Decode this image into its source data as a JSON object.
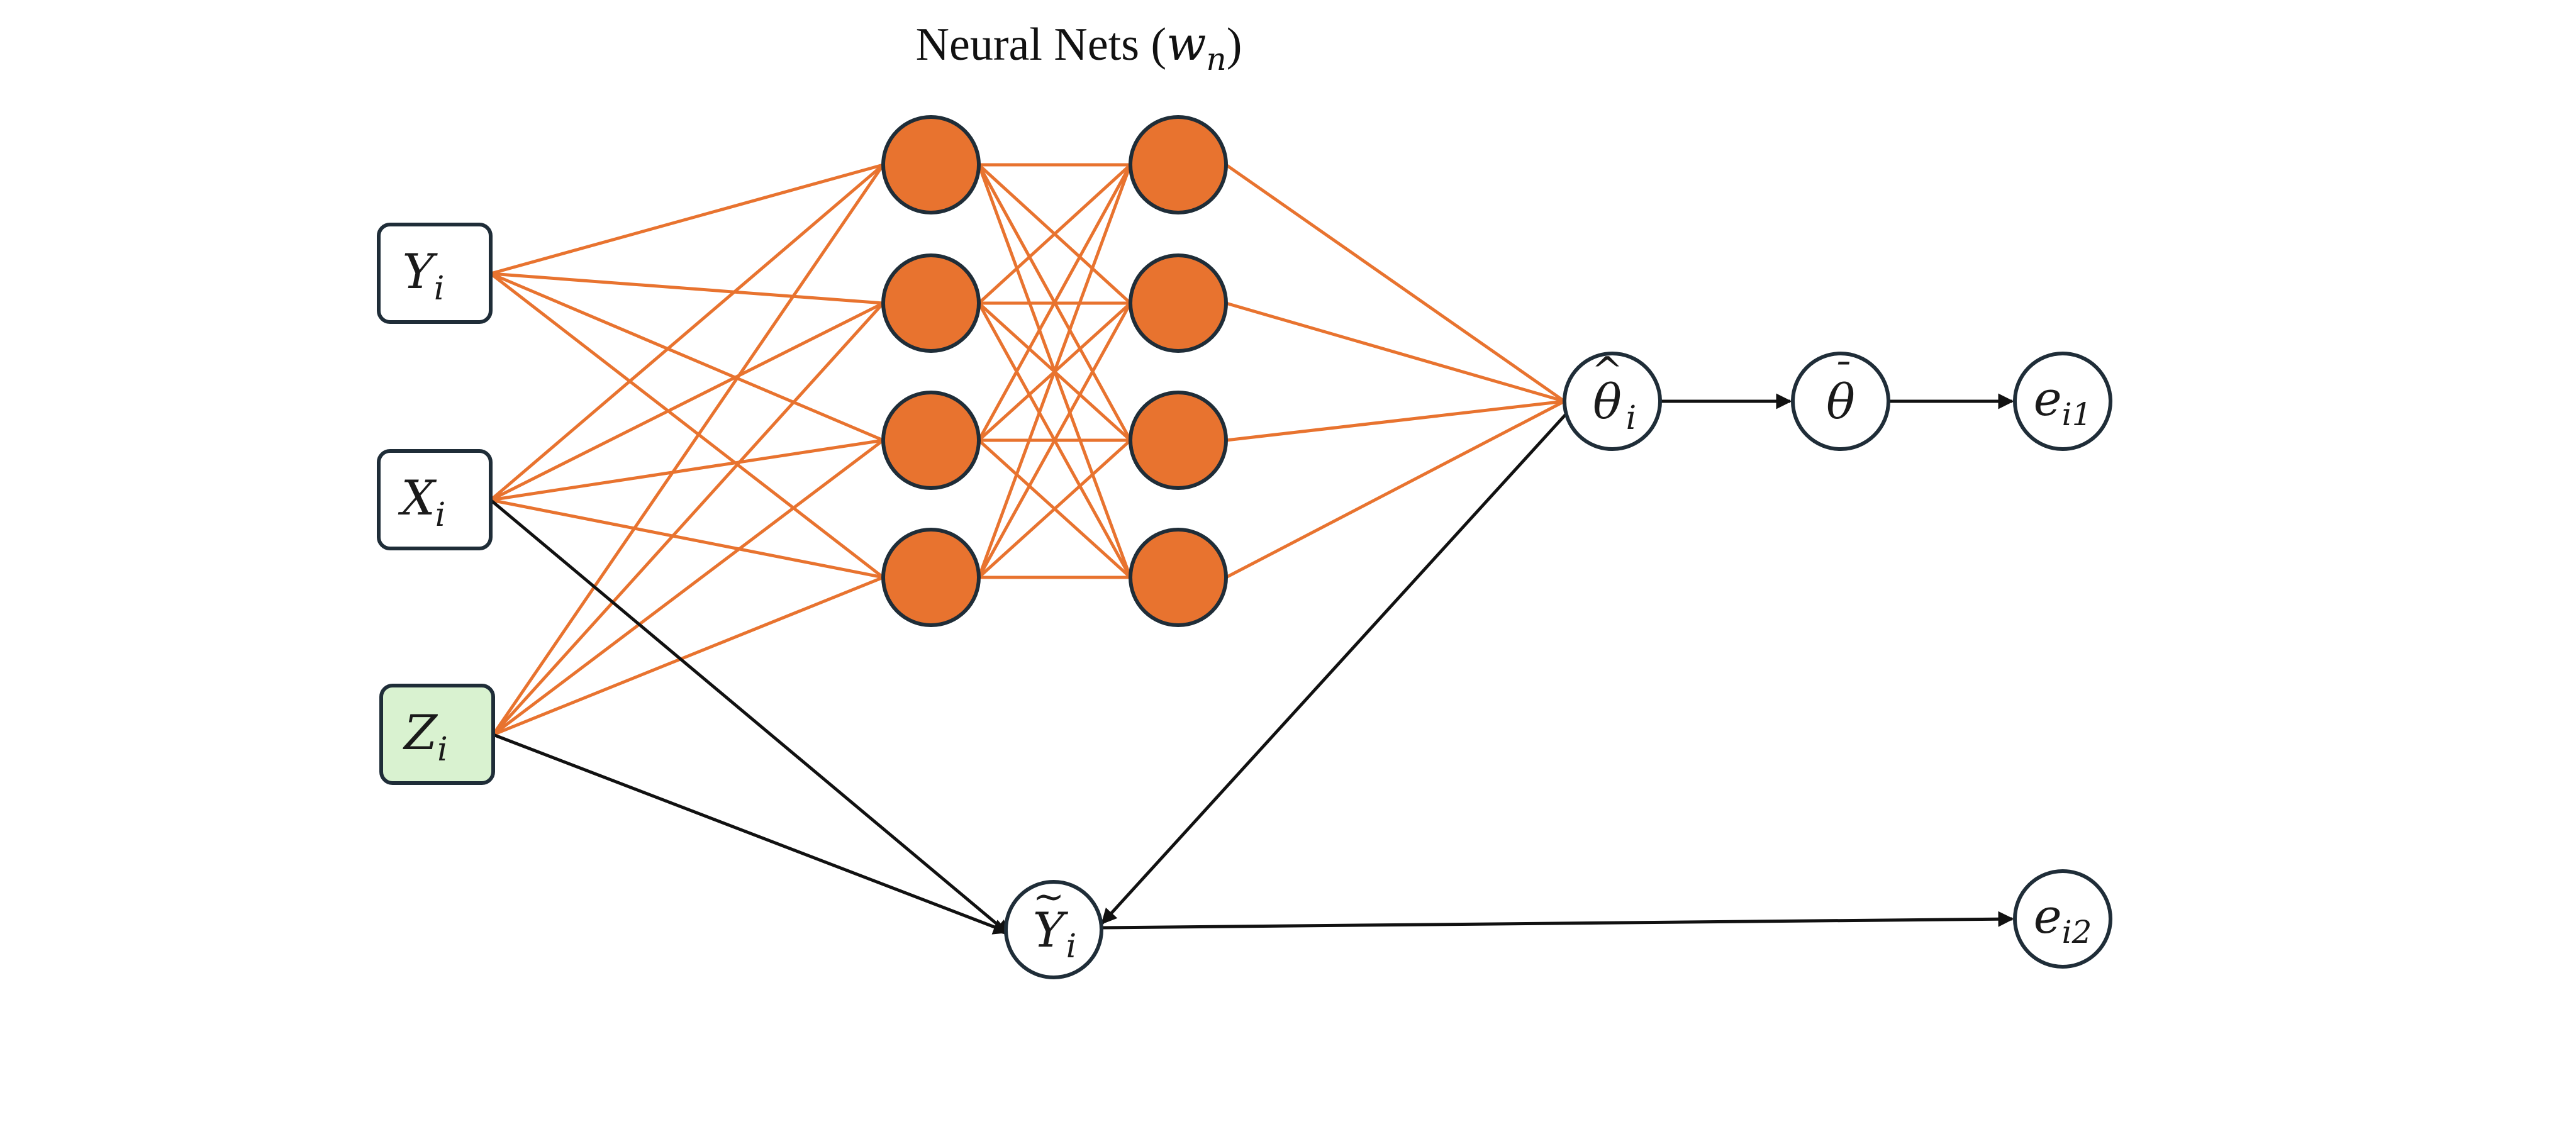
{
  "title": {
    "prefix": "Neural Nets (",
    "symbol": "w",
    "subscript": "n",
    "suffix": ")"
  },
  "colors": {
    "hidden_fill": "#E8732F",
    "hidden_edge": "#E8732F",
    "input_fill": "#ffffff",
    "instrument_fill": "#D9F2D0",
    "outline": "#1F2D38",
    "arrow": "#111111"
  },
  "inputs": [
    {
      "id": "y",
      "base": "Y",
      "sub": "i",
      "highlight": false
    },
    {
      "id": "x",
      "base": "X",
      "sub": "i",
      "highlight": false
    },
    {
      "id": "z",
      "base": "Z",
      "sub": "i",
      "highlight": true
    }
  ],
  "hidden_layers": [
    {
      "id": "layer-1",
      "nodes": 4
    },
    {
      "id": "layer-2",
      "nodes": 4
    }
  ],
  "theta_hat": {
    "base": "θ",
    "accent": "^",
    "sub": "i"
  },
  "theta_bar": {
    "base": "θ",
    "accent": "¯"
  },
  "e1": {
    "base": "e",
    "sub": "i1"
  },
  "e2": {
    "base": "e",
    "sub": "i2"
  },
  "y_tilde": {
    "base": "Y",
    "accent": "~",
    "sub": "i"
  }
}
